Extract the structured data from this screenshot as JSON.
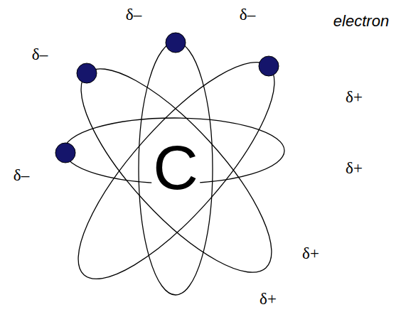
{
  "diagram": {
    "labels": [
      "δ–",
      "δ–",
      "electron",
      "δ–",
      "δ+",
      "C",
      "δ+",
      "δ–",
      "δ+",
      "δ+"
    ]
  }
}
